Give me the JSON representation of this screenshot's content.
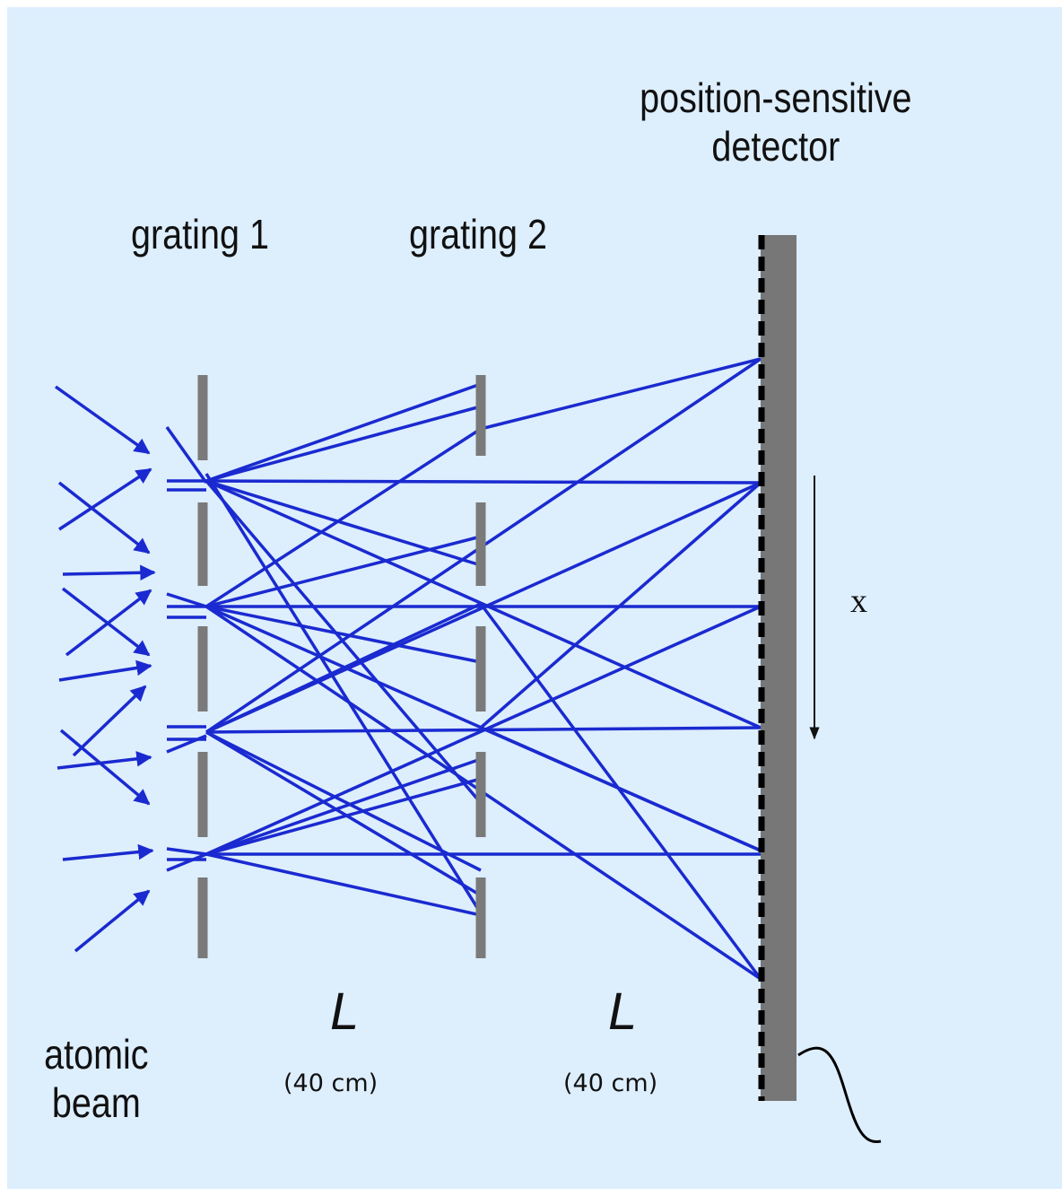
{
  "labels": {
    "detector": "position-sensitive\ndetector",
    "grating1": "grating 1",
    "grating2": "grating 2",
    "source": "atomic\nbeam",
    "distance1_symbol": "L",
    "distance1_value": "(40 cm)",
    "distance2_symbol": "L",
    "distance2_value": "(40 cm)",
    "axis_x": "x"
  },
  "colors": {
    "background": "#ddeefd",
    "beam": "#1a2ad0",
    "grating": "#7a7a7a",
    "detector": "#777777",
    "ink": "#111111"
  }
}
